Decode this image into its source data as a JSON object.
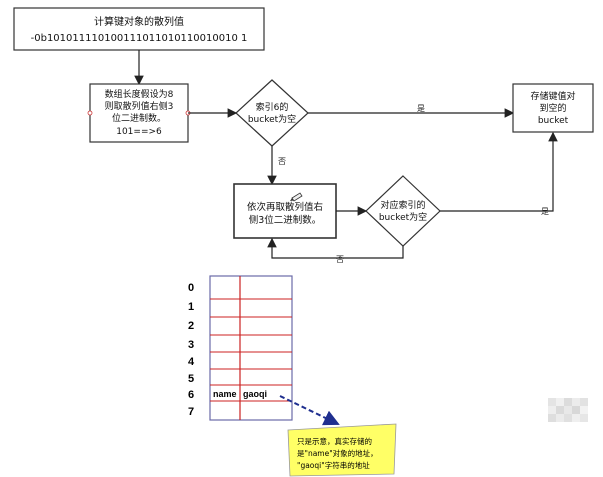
{
  "flowchart": {
    "hash_box": {
      "line1": "计算键对象的散列值",
      "line2": "-0b101011110100111011010110010010 1"
    },
    "step_box": {
      "line1": "数组长度假设为8",
      "line2": "则取散列值右侧3",
      "line3": "位二进制数。",
      "line4": "101==>6"
    },
    "decision1": {
      "line1": "索引6的",
      "line2": "bucket为空"
    },
    "store_box": {
      "line1": "存储键值对",
      "line2": "到空的",
      "line3": "bucket"
    },
    "retry_box": {
      "line1": "依次再取散列值右",
      "line2": "侧3位二进制数。"
    },
    "decision2": {
      "line1": "对应索引的",
      "line2": "bucket为空"
    },
    "edge_labels": {
      "yes1": "是",
      "no1": "否",
      "yes2": "是",
      "no2": "否"
    }
  },
  "bucket_array": {
    "indices": [
      "0",
      "1",
      "2",
      "3",
      "4",
      "5",
      "6",
      "7"
    ],
    "row6_key": "name",
    "row6_value": "gaoqi"
  },
  "note": {
    "line1": "只是示意，真实存储的",
    "line2": "是\"name\"对象的地址，",
    "line3": "\"gaoqi\"字符串的地址"
  },
  "colors": {
    "grid_red": "#cc2222",
    "array_border": "#6a6aa8",
    "note_bg": "#ffff66",
    "arrow_blue": "#1f2f8f"
  }
}
